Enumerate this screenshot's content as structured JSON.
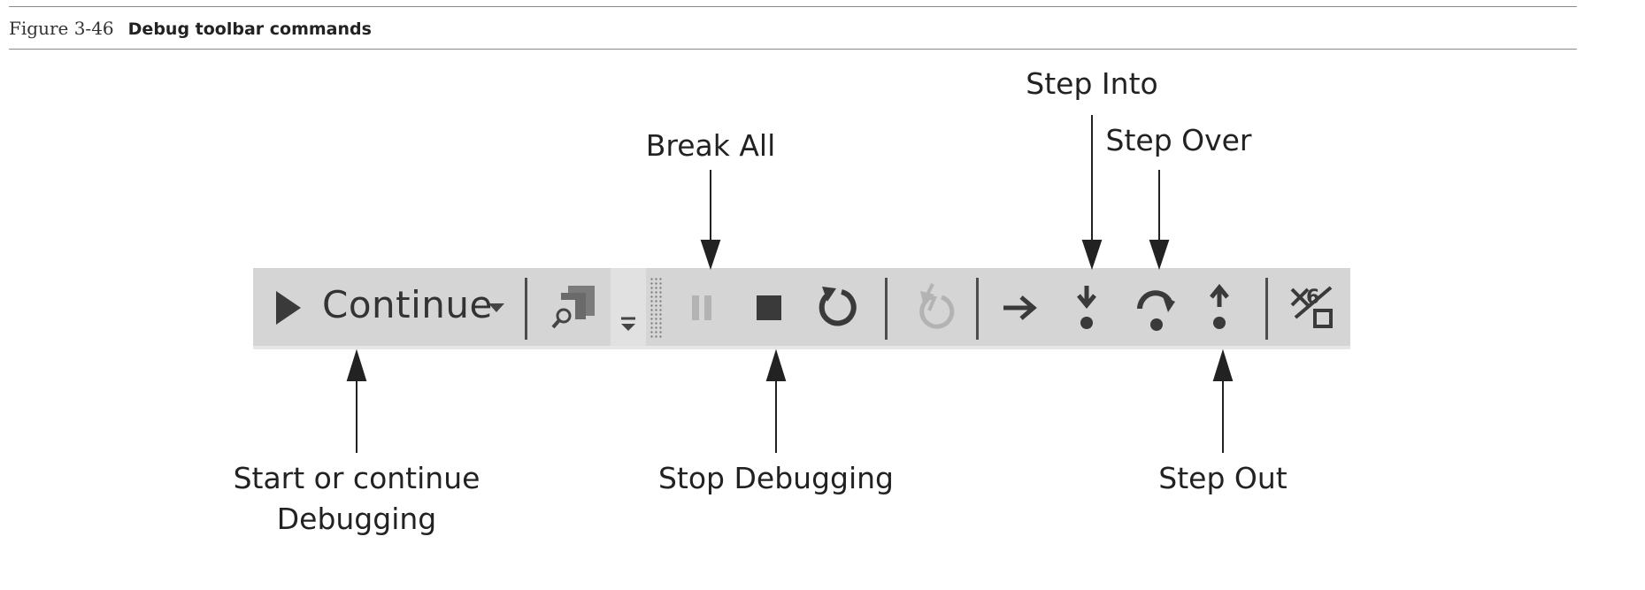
{
  "figure": {
    "number": "Figure 3-46",
    "title": "Debug toolbar commands"
  },
  "toolbar": {
    "continue_label": "Continue",
    "buttons": [
      {
        "name": "start-continue",
        "icon": "play-icon",
        "enabled": true
      },
      {
        "name": "continue-dropdown",
        "icon": "caret-down-icon",
        "enabled": true
      },
      {
        "name": "process-picker",
        "icon": "find-window-icon",
        "enabled": true
      },
      {
        "name": "toolbar-overflow",
        "icon": "overflow-chevron-icon",
        "enabled": true
      },
      {
        "name": "break-all",
        "icon": "pause-icon",
        "enabled": false
      },
      {
        "name": "stop-debugging",
        "icon": "stop-icon",
        "enabled": true
      },
      {
        "name": "restart",
        "icon": "restart-icon",
        "enabled": true
      },
      {
        "name": "apply-code-changes",
        "icon": "hot-reload-icon",
        "enabled": false
      },
      {
        "name": "show-next-statement",
        "icon": "arrow-right-icon",
        "enabled": true
      },
      {
        "name": "step-into",
        "icon": "step-into-icon",
        "enabled": true
      },
      {
        "name": "step-over",
        "icon": "step-over-icon",
        "enabled": true
      },
      {
        "name": "step-out",
        "icon": "step-out-icon",
        "enabled": true
      },
      {
        "name": "hex-display",
        "icon": "hex-display-icon",
        "enabled": true
      }
    ],
    "colors": {
      "background": "#d5d5d5",
      "icon": "#333333",
      "disabled_icon": "#b3b3b3"
    }
  },
  "callouts": {
    "start_line1": "Start or continue",
    "start_line2": "Debugging",
    "break_all": "Break All",
    "stop_debugging": "Stop Debugging",
    "step_into": "Step Into",
    "step_over": "Step Over",
    "step_out": "Step Out"
  }
}
